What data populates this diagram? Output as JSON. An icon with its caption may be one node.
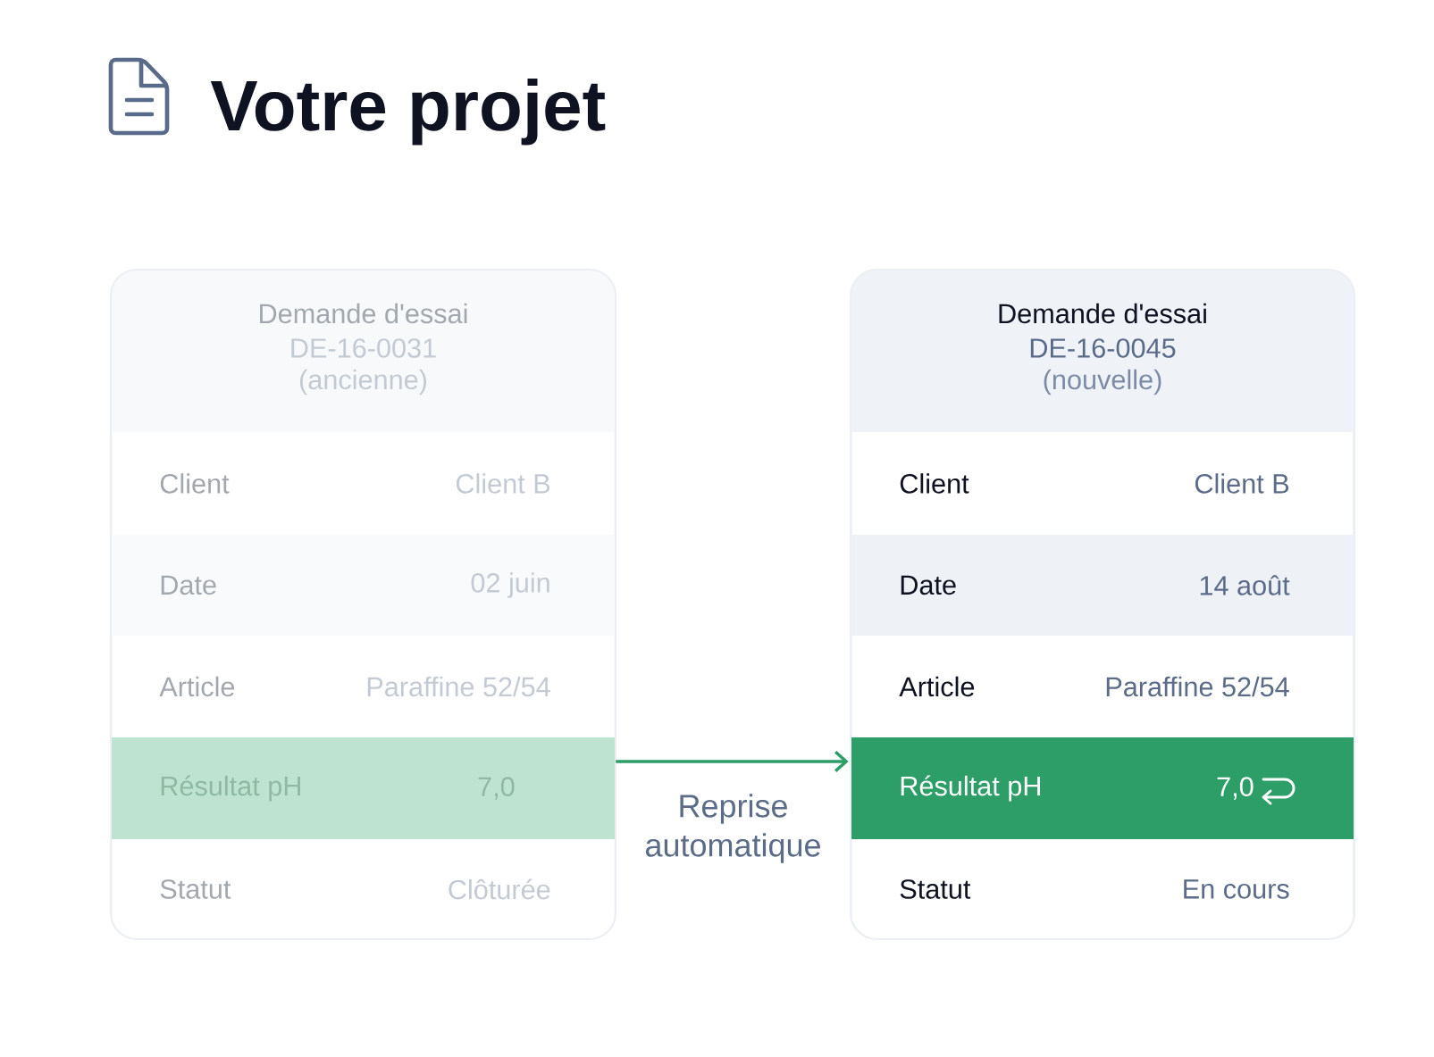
{
  "diagram": {
    "title": "Votre projet",
    "nodes": [
      {
        "text": [
          "Demande d'essai",
          "DE-16-0031",
          "(ancienne)"
        ]
      },
      {
        "text": [
          "Client",
          "Client B"
        ],
        "in": 0
      },
      {
        "text": [
          "Date",
          "02 juin"
        ],
        "in": 0
      },
      {
        "text": [
          "Article",
          "Paraffine 52/54"
        ],
        "in": 0
      },
      {
        "text": [
          "Résultat pH",
          "7,0"
        ],
        "in": 0
      },
      {
        "text": [
          "Statut",
          "Clôturée"
        ],
        "in": 0
      },
      {
        "text": [
          "Demande d'essai",
          "DE-16-0045",
          "(nouvelle)"
        ]
      },
      {
        "text": [
          "Client",
          "Client B"
        ],
        "in": 6
      },
      {
        "text": [
          "Date",
          "14 août"
        ],
        "in": 6
      },
      {
        "text": [
          "Article",
          "Paraffine 52/54"
        ],
        "in": 6
      },
      {
        "text": [
          "Résultat pH",
          "7,0"
        ],
        "in": 6
      },
      {
        "text": [
          "Statut",
          "En cours"
        ],
        "in": 6
      }
    ],
    "edges": [
      {
        "from": 4,
        "to": 10,
        "arrow": "to",
        "label": "Reprise automatique"
      }
    ]
  }
}
